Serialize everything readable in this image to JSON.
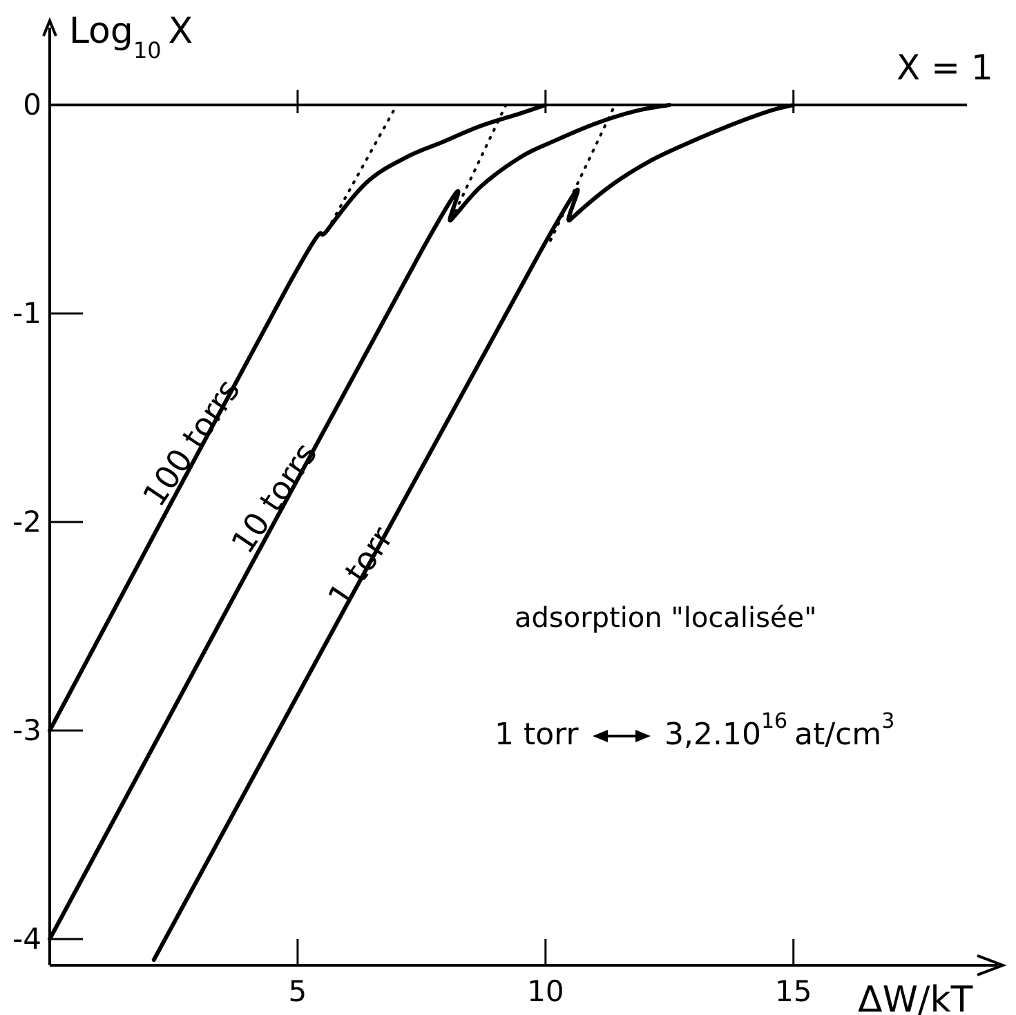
{
  "chart_data": {
    "type": "line",
    "x_axis": {
      "label": "ΔW/kT",
      "range": [
        0,
        18.5
      ],
      "ticks": [
        5,
        10,
        15
      ]
    },
    "y_axis": {
      "label_main": "Log",
      "label_sub": "10",
      "label_var": "X",
      "range": [
        -4.1,
        0
      ],
      "ticks": [
        0,
        -1,
        -2,
        -3,
        -4
      ],
      "tick_labels": [
        "0",
        "-1",
        "-2",
        "-3",
        "-4"
      ]
    },
    "grid": false,
    "reference_line": {
      "y": 0,
      "label": "X = 1"
    },
    "series": [
      {
        "name": "100 torrs",
        "points": [
          [
            0,
            -3
          ],
          [
            4.8,
            -0.87
          ],
          [
            5.6,
            -0.6
          ],
          [
            6.4,
            -0.37
          ],
          [
            7.2,
            -0.25
          ],
          [
            7.9,
            -0.18
          ],
          [
            8.7,
            -0.1
          ],
          [
            9.5,
            -0.04
          ],
          [
            10,
            0
          ]
        ],
        "asymptote": [
          [
            5.6,
            -0.6
          ],
          [
            7,
            0
          ]
        ]
      },
      {
        "name": "10 torrs",
        "points": [
          [
            0,
            -4
          ],
          [
            7.5,
            -0.7
          ],
          [
            8.1,
            -0.55
          ],
          [
            8.7,
            -0.39
          ],
          [
            9.5,
            -0.25
          ],
          [
            10.2,
            -0.17
          ],
          [
            11,
            -0.09
          ],
          [
            11.8,
            -0.03
          ],
          [
            12.5,
            0
          ]
        ],
        "asymptote": [
          [
            8.1,
            -0.55
          ],
          [
            9.2,
            0
          ]
        ]
      },
      {
        "name": "1 torr",
        "points": [
          [
            2.1,
            -4.1
          ],
          [
            9.9,
            -0.7
          ],
          [
            10.5,
            -0.55
          ],
          [
            11.3,
            -0.39
          ],
          [
            12.1,
            -0.27
          ],
          [
            12.9,
            -0.18
          ],
          [
            13.7,
            -0.1
          ],
          [
            14.5,
            -0.03
          ],
          [
            15,
            0
          ]
        ],
        "asymptote": [
          [
            10.1,
            -0.65
          ],
          [
            11.4,
            0
          ]
        ]
      }
    ],
    "annotations": {
      "title_note": "adsorption \"localisée\"",
      "conversion_left": "1 torr",
      "conversion_right": "3,2.10",
      "conversion_exp": "16",
      "conversion_unit": "at/cm",
      "conversion_unit_exp": "3"
    }
  }
}
